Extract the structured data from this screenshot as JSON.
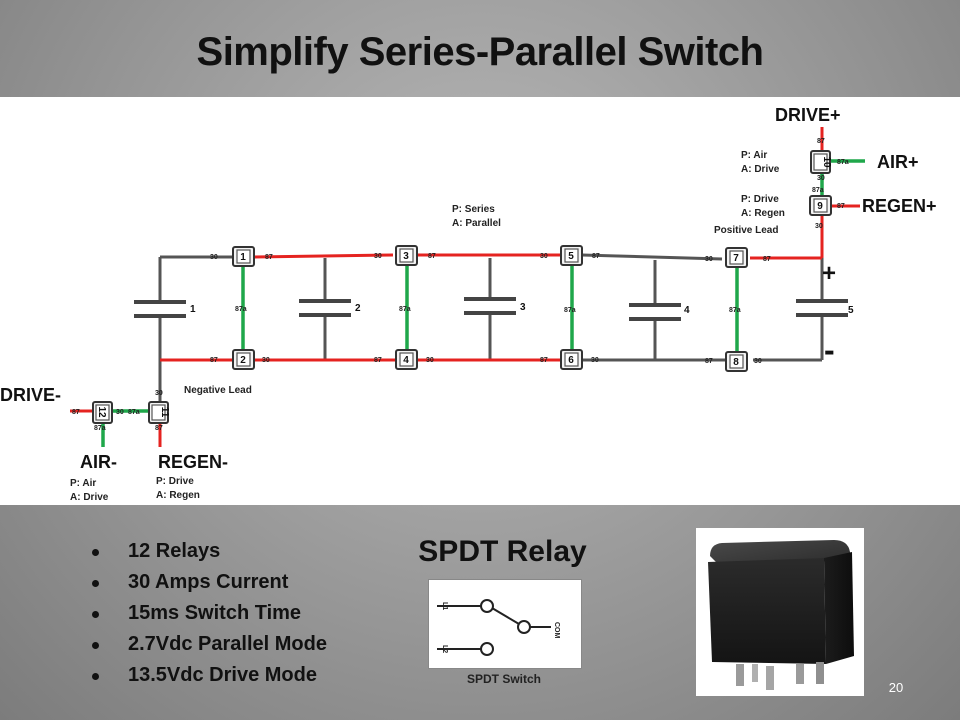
{
  "slide": {
    "title": "Simplify Series-Parallel Switch",
    "page_number": "20"
  },
  "diagram": {
    "terminals": {
      "drive_plus": "DRIVE+",
      "air_plus": "AIR+",
      "regen_plus": "REGEN+",
      "drive_minus": "DRIVE-",
      "air_minus": "AIR-",
      "regen_minus": "REGEN-"
    },
    "signs": {
      "plus": "+",
      "minus": "-"
    },
    "notes": {
      "relay10_p": "P: Air",
      "relay10_a": "A: Drive",
      "relay9_p": "P: Drive",
      "relay9_a": "A: Regen",
      "positive_lead": "Positive Lead",
      "series_p": "P: Series",
      "series_a": "A: Parallel",
      "negative_lead": "Negative Lead",
      "relay12_p": "P: Air",
      "relay12_a": "A: Drive",
      "relay11_p": "P: Drive",
      "relay11_a": "A: Regen"
    },
    "relays": [
      "1",
      "2",
      "3",
      "4",
      "5",
      "6",
      "7",
      "8",
      "9",
      "10",
      "11",
      "12"
    ],
    "capacitors": [
      "1",
      "2",
      "3",
      "4",
      "5"
    ],
    "pins": {
      "p30": "30",
      "p87": "87",
      "p87a": "87a"
    }
  },
  "bullets": [
    "12 Relays",
    "30 Amps Current",
    "15ms Switch Time",
    "2.7Vdc Parallel Mode",
    "13.5Vdc Drive Mode"
  ],
  "spdt": {
    "title": "SPDT Relay",
    "switch_caption": "SPDT Switch",
    "label_l1": "L1",
    "label_l2": "L2",
    "label_com": "COM"
  },
  "colors": {
    "wire_red": "#e52320",
    "wire_green": "#1fa74a",
    "wire_grey": "#555555",
    "relay_body": "#1a1a1a"
  }
}
